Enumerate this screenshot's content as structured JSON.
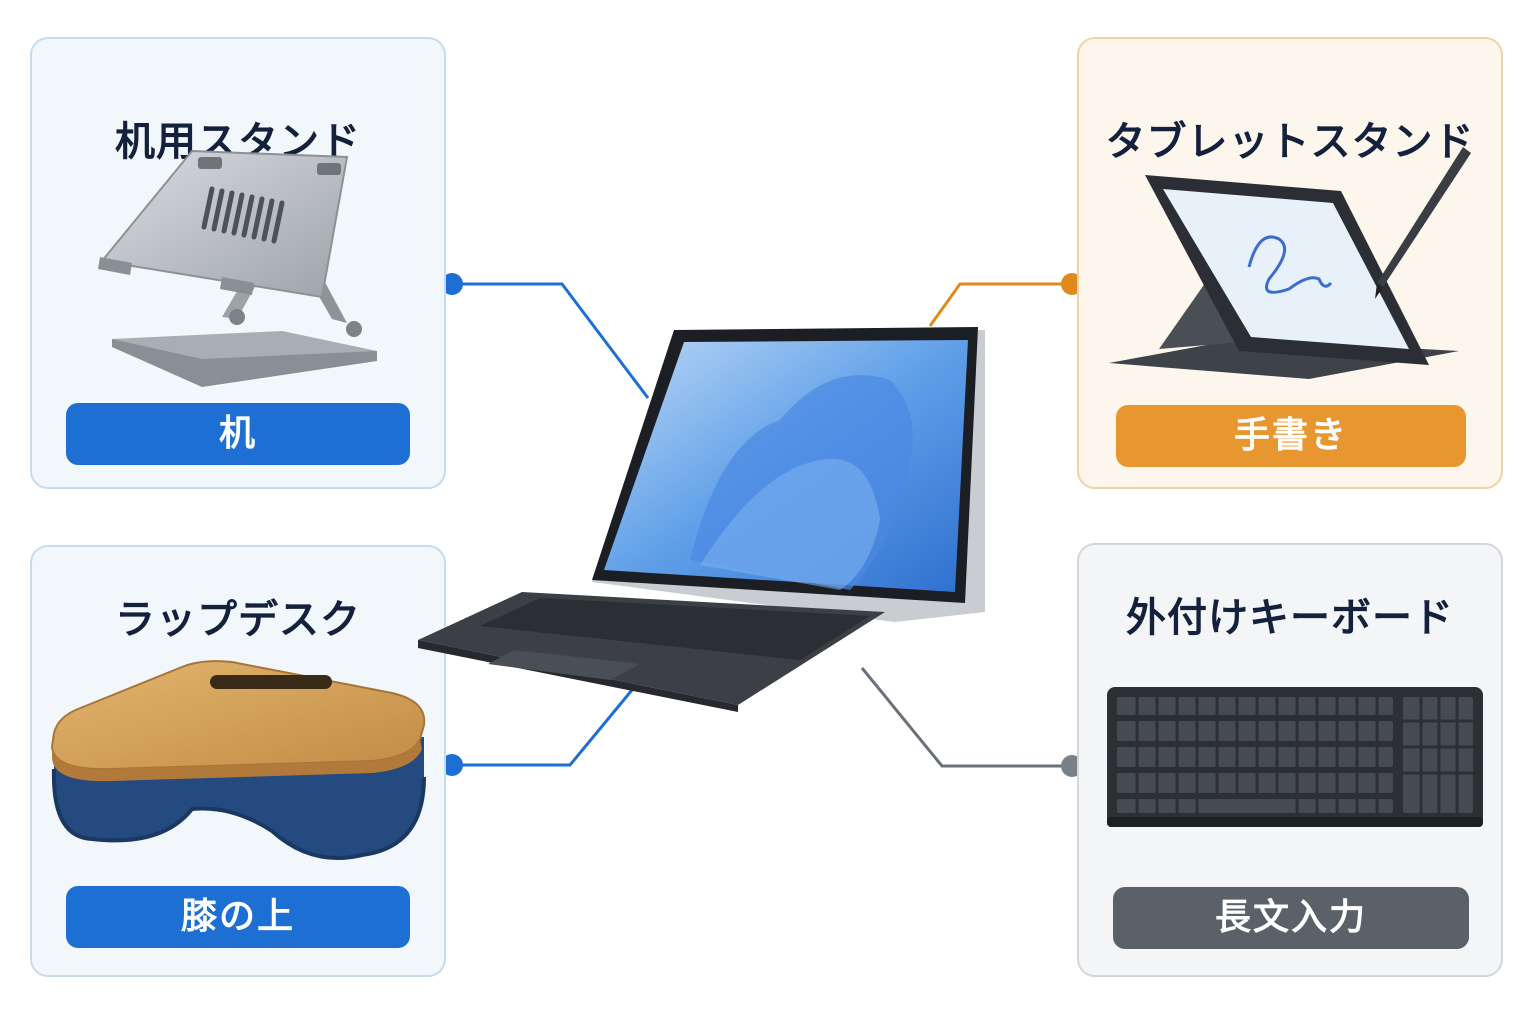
{
  "cards": {
    "desk": {
      "title": "机用スタンド",
      "label": "机"
    },
    "lap": {
      "title": "ラップデスク",
      "label": "膝の上"
    },
    "tablet": {
      "title": "タブレットスタンド",
      "label": "手書き"
    },
    "keyboard": {
      "title": "外付けキーボード",
      "label": "長文入力"
    }
  },
  "colors": {
    "blue": "#1d6fd3",
    "orange": "#e8962f",
    "gray": "#5b6169",
    "title": "#14213d"
  }
}
